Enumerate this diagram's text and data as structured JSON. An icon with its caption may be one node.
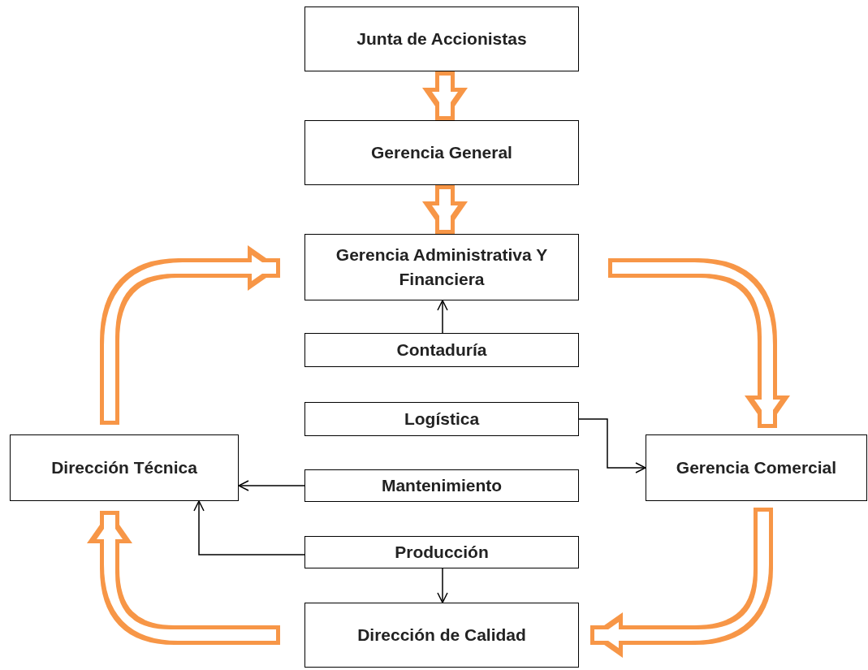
{
  "diagram": {
    "nodes": [
      {
        "text": [
          "Junta de Accionistas"
        ]
      },
      {
        "text": [
          "Gerencia General"
        ]
      },
      {
        "text": [
          "Gerencia Administrativa Y Financiera"
        ]
      },
      {
        "text": [
          "Contaduría"
        ]
      },
      {
        "text": [
          "Logística"
        ]
      },
      {
        "text": [
          "Dirección Técnica"
        ]
      },
      {
        "text": [
          "Mantenimiento"
        ]
      },
      {
        "text": [
          "Gerencia Comercial"
        ]
      },
      {
        "text": [
          "Producción"
        ]
      },
      {
        "text": [
          "Dirección de Calidad"
        ]
      }
    ],
    "edges": [
      {
        "from": 0,
        "to": 1,
        "arrow": "to"
      },
      {
        "from": 1,
        "to": 2,
        "arrow": "to"
      },
      {
        "from": 2,
        "to": 7,
        "arrow": "to"
      },
      {
        "from": 7,
        "to": 9,
        "arrow": "to"
      },
      {
        "from": 9,
        "to": 5,
        "arrow": "to"
      },
      {
        "from": 5,
        "to": 2,
        "arrow": "to"
      },
      {
        "from": 3,
        "to": 2,
        "arrow": "to",
        "color": "#000000"
      },
      {
        "from": 4,
        "to": 7,
        "arrow": "to",
        "color": "#000000"
      },
      {
        "from": 6,
        "to": 5,
        "arrow": "to",
        "color": "#000000"
      },
      {
        "from": 8,
        "to": 5,
        "arrow": "to",
        "color": "#000000"
      },
      {
        "from": 8,
        "to": 9,
        "arrow": "to",
        "color": "#000000"
      }
    ]
  }
}
